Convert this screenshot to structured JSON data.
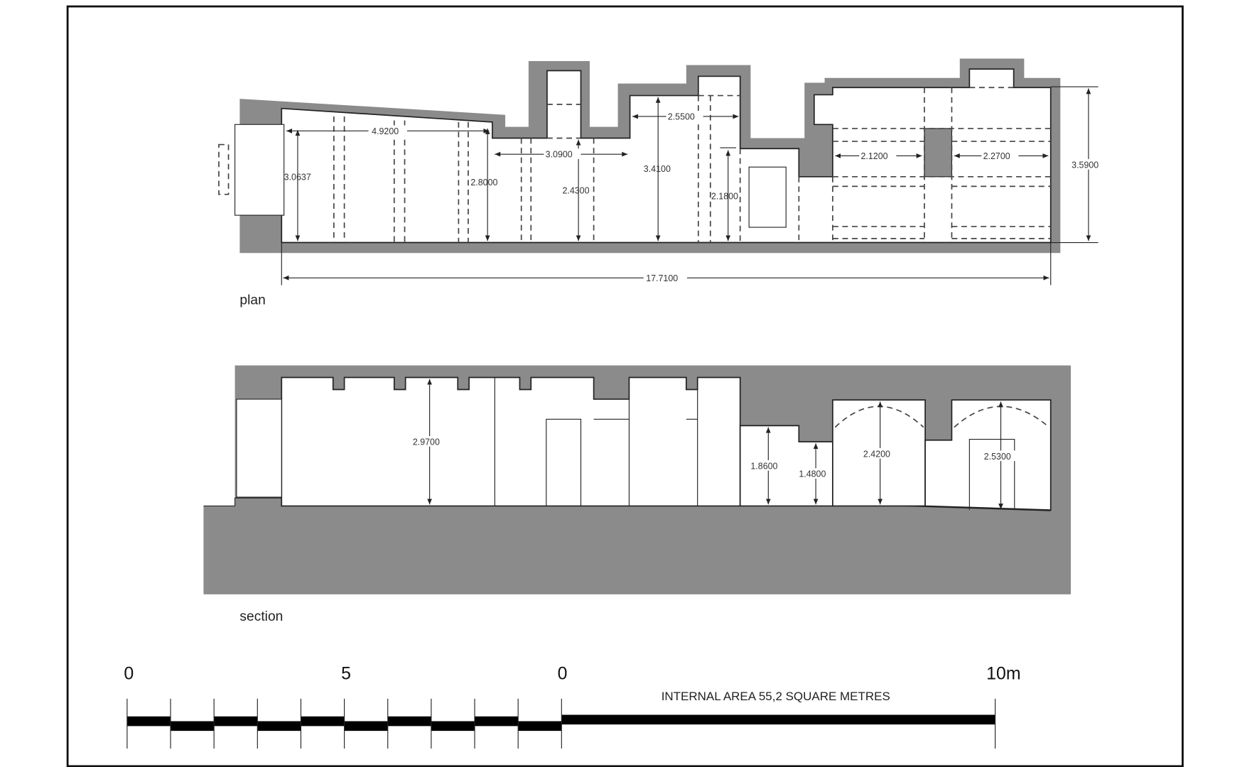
{
  "colors": {
    "wall": "#8b8b8b",
    "line": "#222222",
    "background": "#ffffff"
  },
  "plan": {
    "label": "plan",
    "dimensions": {
      "d1": "4.9200",
      "d2": "3.0637",
      "d3": "2.8000",
      "d4": "3.0900",
      "d5": "2.4300",
      "d6": "2.5500",
      "d7": "3.4100",
      "d8": "2.1800",
      "d9": "2.1200",
      "d10": "2.2700",
      "d11": "3.5900",
      "total": "17.7100"
    }
  },
  "section": {
    "label": "section",
    "dimensions": {
      "h1": "2.9700",
      "h2": "1.8600",
      "h3": "1.4800",
      "h4": "2.4200",
      "h5": "2.5300"
    }
  },
  "scale_bar": {
    "ticks": [
      "0",
      "5",
      "0",
      "10m"
    ],
    "note": "INTERNAL AREA 55,2 SQUARE METRES"
  }
}
